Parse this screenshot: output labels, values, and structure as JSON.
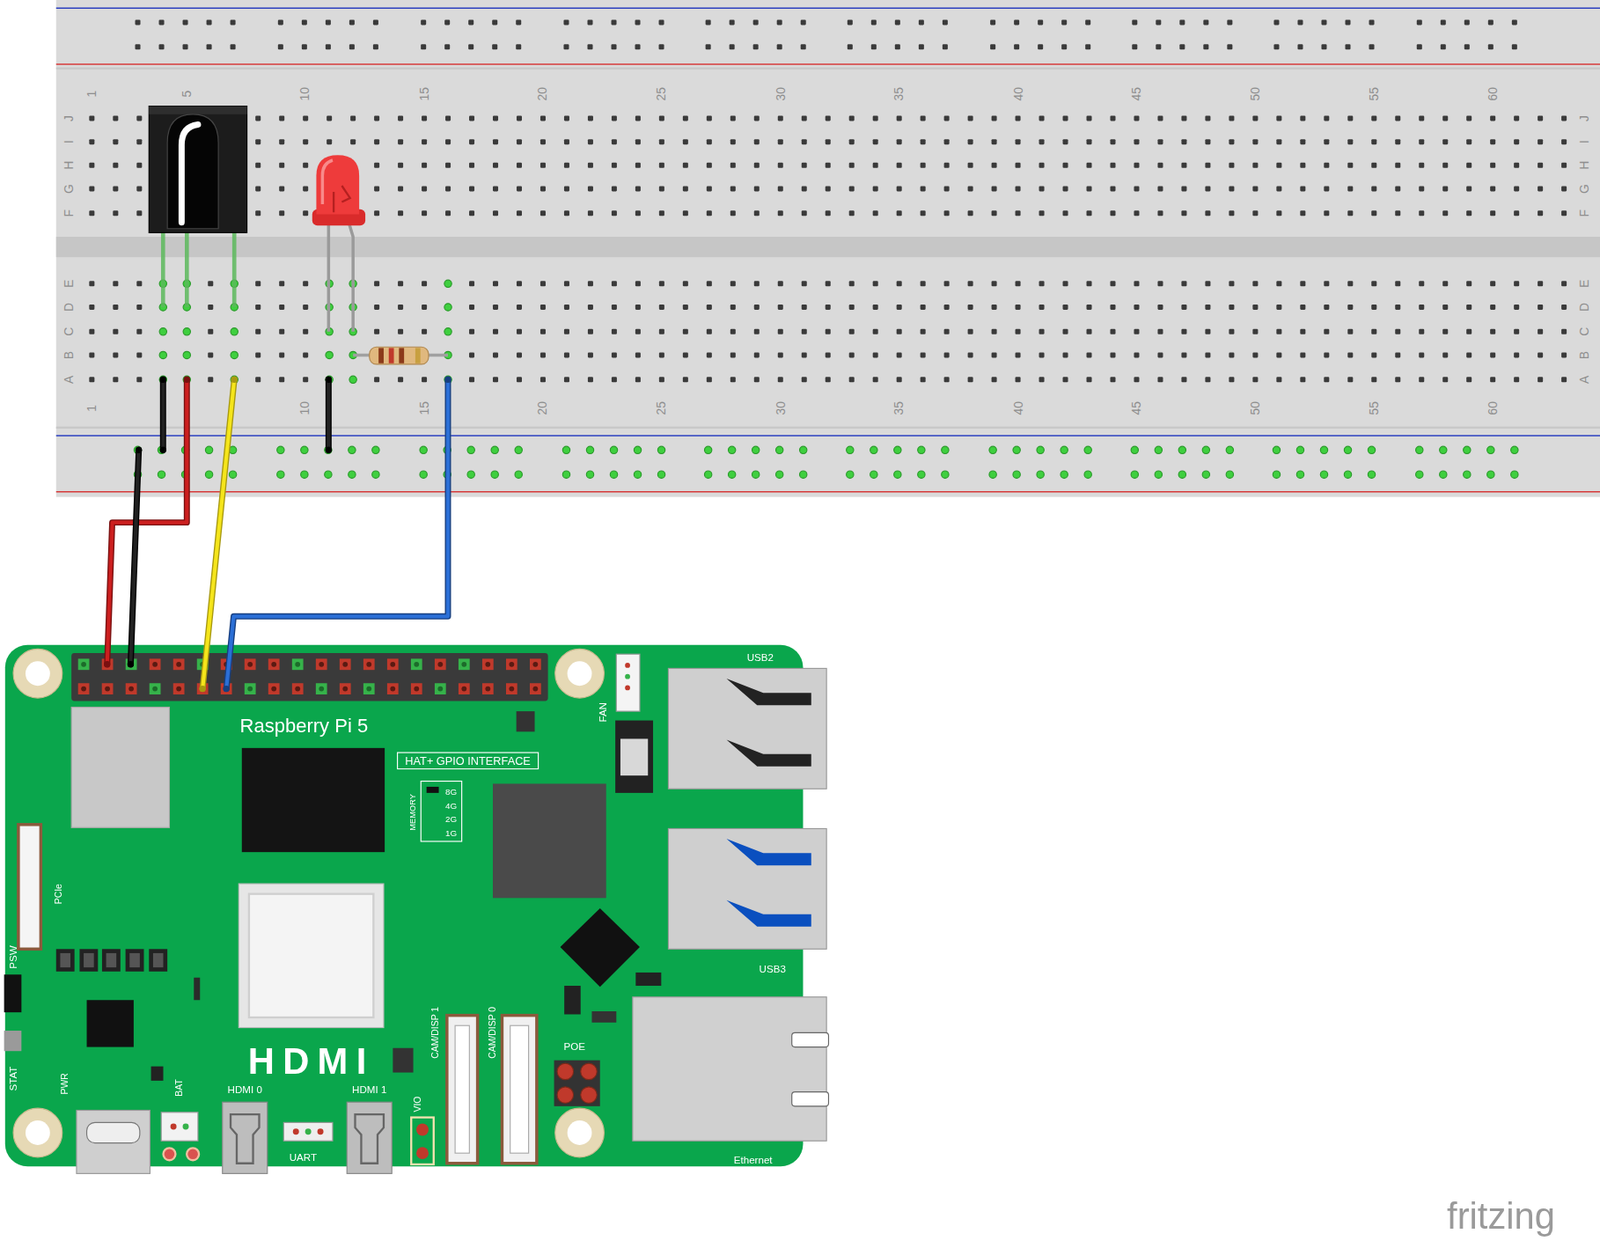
{
  "diagram": {
    "nodes": [
      {
        "text": [
          "HAT+ GPIO INTERFACE"
        ]
      },
      {
        "text": [
          "MEMORY",
          "8G",
          "4G",
          "2G",
          "1G"
        ]
      }
    ],
    "labels": [
      "1",
      "5",
      "10",
      "15",
      "20",
      "25",
      "30",
      "35",
      "40",
      "45",
      "50",
      "55",
      "60",
      "J",
      "I",
      "H",
      "G",
      "F",
      "J",
      "I",
      "H",
      "G",
      "F",
      "E",
      "D",
      "C",
      "B",
      "A",
      "E",
      "D",
      "C",
      "B",
      "A",
      "1",
      "10",
      "15",
      "20",
      "25",
      "30",
      "35",
      "40",
      "45",
      "50",
      "55",
      "60",
      "USB2",
      "FAN",
      "Raspberry Pi 5",
      "PCIe",
      "USB3",
      "PSW",
      "STAT",
      "PWR",
      "BAT",
      "HDMI",
      "HDMI 0",
      "HDMI 1",
      "UART",
      "VIO",
      "CAM/DISP 1",
      "CAM/DISP 0",
      "POE",
      "Ethernet",
      "fritzing"
    ]
  }
}
